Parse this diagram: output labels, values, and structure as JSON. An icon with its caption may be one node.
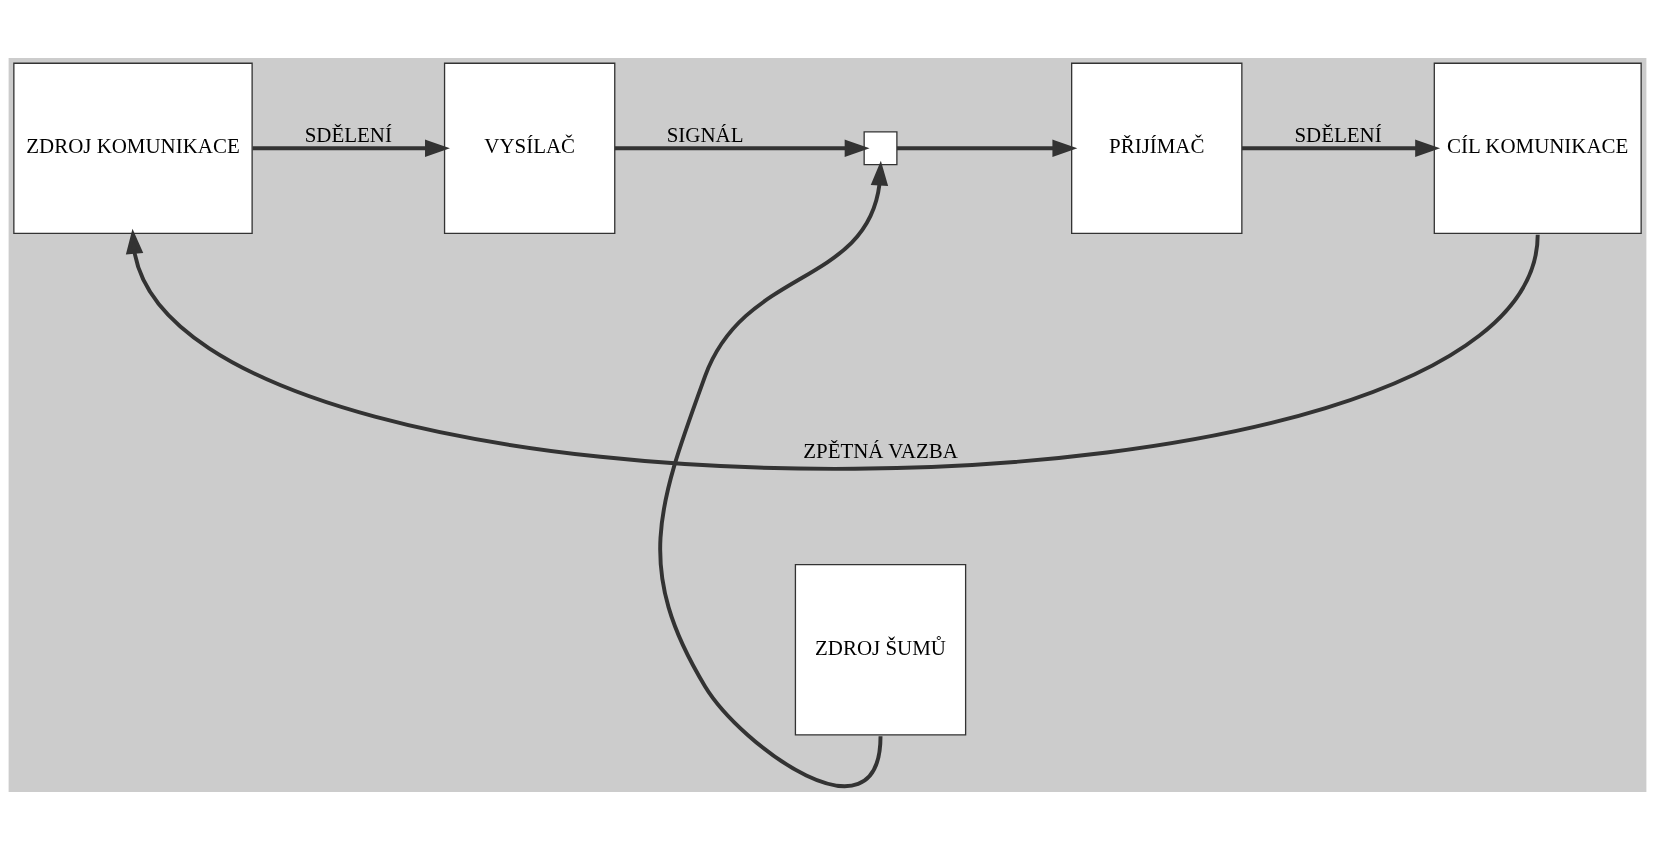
{
  "diagram": {
    "nodes": [
      {
        "text": [
          "ZDROJ KOMUNIKACE"
        ]
      },
      {
        "text": [
          "VYSÍLAČ"
        ]
      },
      {
        "text": [],
        "shape": "box"
      },
      {
        "text": [
          "PŘIJÍMAČ"
        ]
      },
      {
        "text": [
          "CÍL KOMUNIKACE"
        ]
      },
      {
        "text": [
          "ZDROJ ŠUMŮ"
        ]
      }
    ],
    "edges": [
      {
        "from": 0,
        "to": 1,
        "arrow": "to",
        "label": "SDĚLENÍ"
      },
      {
        "from": 1,
        "to": 2,
        "arrow": "to",
        "label": "SIGNÁL"
      },
      {
        "from": 2,
        "to": 3,
        "arrow": "to"
      },
      {
        "from": 3,
        "to": 4,
        "arrow": "to",
        "label": "SDĚLENÍ"
      },
      {
        "from": 5,
        "to": 2,
        "arrow": "to"
      },
      {
        "from": 4,
        "to": 0,
        "arrow": "to",
        "label": "ZPĚTNÁ VAZBA"
      }
    ]
  }
}
